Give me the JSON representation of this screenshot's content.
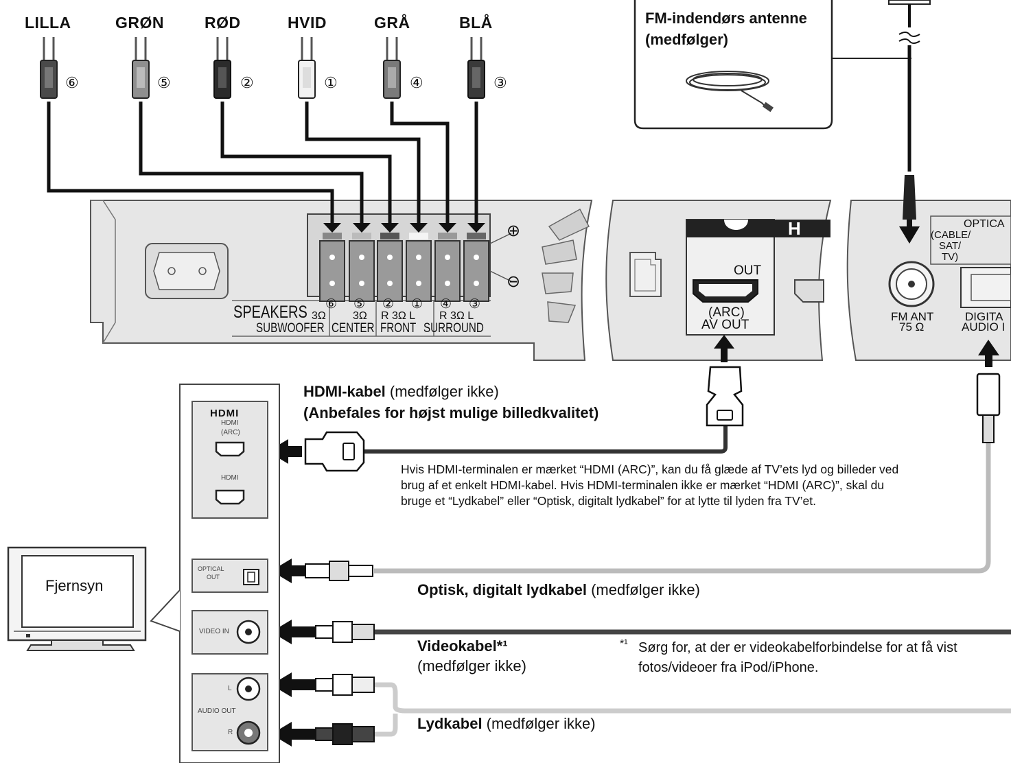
{
  "speakers": {
    "cables": [
      {
        "color_name": "LILLA",
        "number": "⑥",
        "plug_color": "#4a4a4a"
      },
      {
        "color_name": "GRØN",
        "number": "⑤",
        "plug_color": "#8f8f8f"
      },
      {
        "color_name": "RØD",
        "number": "②",
        "plug_color": "#2b2b2b"
      },
      {
        "color_name": "HVID",
        "number": "①",
        "plug_color": "#f2f2f2"
      },
      {
        "color_name": "GRÅ",
        "number": "④",
        "plug_color": "#7a7a7a"
      },
      {
        "color_name": "BLÅ",
        "number": "③",
        "plug_color": "#3a3a3a"
      }
    ],
    "panel_label": "SPEAKERS",
    "terminal_numbers": [
      "⑥",
      "⑤",
      "②",
      "①",
      "④",
      "③"
    ],
    "impedance_sub": "3Ω",
    "impedance_center": "3Ω",
    "front_rl": "R  3Ω  L",
    "surround_rl": "R  3Ω  L",
    "group_labels": [
      "SUBWOOFER",
      "CENTER",
      "FRONT",
      "SURROUND"
    ],
    "plus": "⊕",
    "minus": "⊖"
  },
  "antenna": {
    "title_line1": "FM-indendørs antenne",
    "title_line2": "(medfølger)",
    "port_label_line1": "FM ANT",
    "port_label_line2": "75 Ω"
  },
  "main_unit": {
    "hdmi_out": "OUT",
    "hdmi_arc": "(ARC)",
    "av_out": "AV OUT",
    "hdmi_badge": "H",
    "optical_header": "OPTICA",
    "optical_sub1": "(CABLE/",
    "optical_sub2": "SAT/",
    "optical_sub3": "TV)",
    "digital_line1": "DIGITA",
    "digital_line2": "AUDIO I"
  },
  "tv": {
    "label": "Fjernsyn",
    "hdmi_logo": "HDMI",
    "hdmi_arc_line1": "HDMI",
    "hdmi_arc_line2": "(ARC)",
    "hdmi_plain": "HDMI",
    "optical_line1": "OPTICAL",
    "optical_line2": "OUT",
    "video_in": "VIDEO IN",
    "audio_l": "L",
    "audio_out": "AUDIO OUT",
    "audio_r": "R"
  },
  "cables": {
    "hdmi_bold": "HDMI-kabel",
    "hdmi_normal": " (medfølger ikke)",
    "hdmi_recommend": "(Anbefales for højst mulige billedkvalitet)",
    "hdmi_note": "Hvis HDMI-terminalen er mærket “HDMI (ARC)”, kan du få glæde af TV’ets lyd og billeder ved brug af et enkelt HDMI-kabel. Hvis HDMI-terminalen ikke er mærket “HDMI (ARC)”, skal du bruge et “Lydkabel” eller “Optisk, digitalt lydkabel” for at lytte til lyden fra TV’et.",
    "optical_bold": "Optisk, digitalt lydkabel",
    "optical_normal": " (medfølger ikke)",
    "video_bold": "Videokabel*¹",
    "video_normal": "(medfølger ikke)",
    "footnote_mark": "*¹",
    "footnote_text": "Sørg for, at der er videokabelforbindelse for at få vist fotos/videoer fra iPod/iPhone.",
    "audio_bold": "Lydkabel",
    "audio_normal": " (medfølger ikke)"
  }
}
